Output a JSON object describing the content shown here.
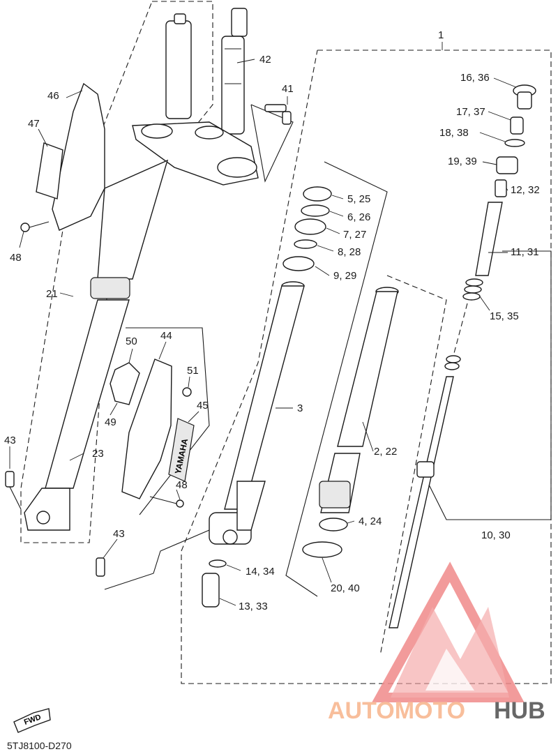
{
  "diagram": {
    "code": "5TJ8100-D270",
    "fwd_label": "FWD",
    "callouts": {
      "c1": "1",
      "c42": "42",
      "c41": "41",
      "c46": "46",
      "c47": "47",
      "c48a": "48",
      "c21": "21",
      "c50": "50",
      "c44": "44",
      "c51": "51",
      "c49": "49",
      "c45": "45",
      "c48b": "48",
      "c43a": "43",
      "c23": "23",
      "c43b": "43",
      "c3": "3",
      "c14": "14, 34",
      "c13": "13, 33",
      "c5": "5, 25",
      "c6": "6, 26",
      "c7": "7, 27",
      "c8": "8, 28",
      "c9": "9, 29",
      "c2": "2, 22",
      "c4": "4, 24",
      "c20": "20, 40",
      "c16": "16, 36",
      "c17": "17, 37",
      "c18": "18, 38",
      "c19": "19, 39",
      "c12": "12, 32",
      "c11": "11, 31",
      "c15": "15, 35",
      "c10": "10, 30"
    },
    "guard_text": "YAMAHA"
  },
  "watermark": {
    "brand_part1": "AUTOMOTO",
    "brand_part2": "HUB",
    "color_primary": "#f08a8a",
    "color_secondary": "#f7b38a",
    "color_dark": "#4d4d4d"
  }
}
